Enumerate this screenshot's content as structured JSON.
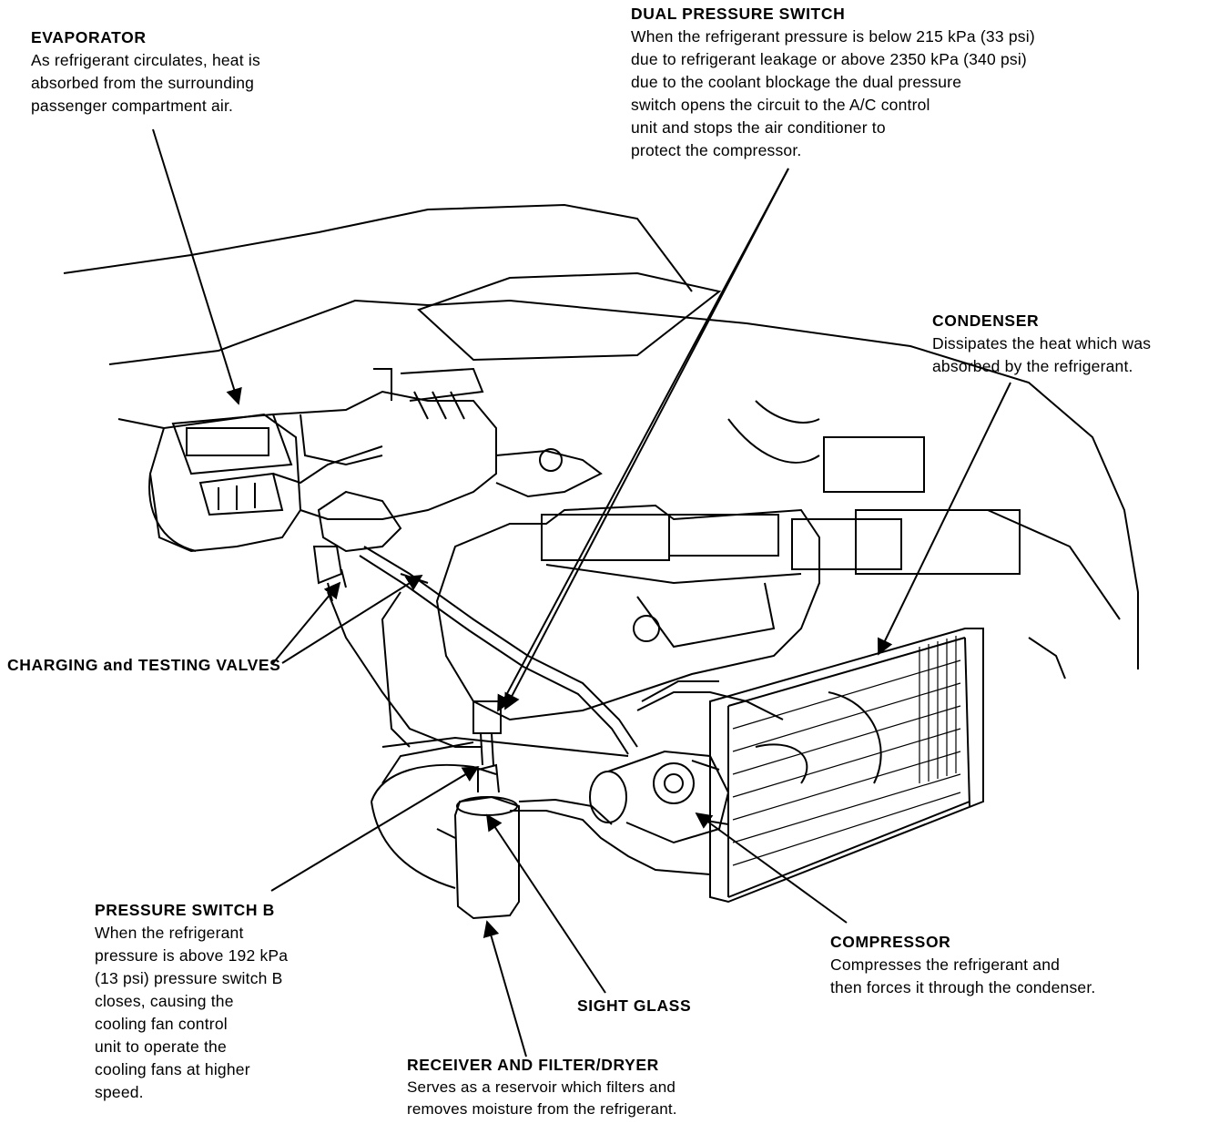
{
  "callouts": {
    "evaporator": {
      "title": "EVAPORATOR",
      "description": "As refrigerant circulates, heat is\nabsorbed from the surrounding\npassenger compartment air."
    },
    "dual_pressure_switch": {
      "title": "DUAL PRESSURE SWITCH",
      "description": "When the refrigerant pressure is below 215 kPa (33 psi)\ndue to refrigerant leakage or above 2350 kPa (340 psi)\ndue to the coolant blockage the dual pressure\nswitch opens the circuit to the A/C control\nunit and stops the air conditioner to\nprotect the compressor."
    },
    "condenser": {
      "title": "CONDENSER",
      "description": "Dissipates the heat which was\nabsorbed by the refrigerant."
    },
    "charging_valves": {
      "title": "CHARGING and TESTING VALVES"
    },
    "pressure_switch_b": {
      "title": "PRESSURE SWITCH B",
      "description": "When the refrigerant\npressure is above 192 kPa\n(13 psi) pressure switch B\ncloses, causing the\ncooling fan control\nunit to operate the\ncooling fans at higher\nspeed."
    },
    "compressor": {
      "title": "COMPRESSOR",
      "description": "Compresses the refrigerant and\nthen forces it through the condenser."
    },
    "sight_glass": {
      "title": "SIGHT GLASS"
    },
    "receiver_dryer": {
      "title": "RECEIVER AND FILTER/DRYER",
      "description": "Serves as a reservoir which filters and\nremoves moisture from the refrigerant."
    }
  }
}
